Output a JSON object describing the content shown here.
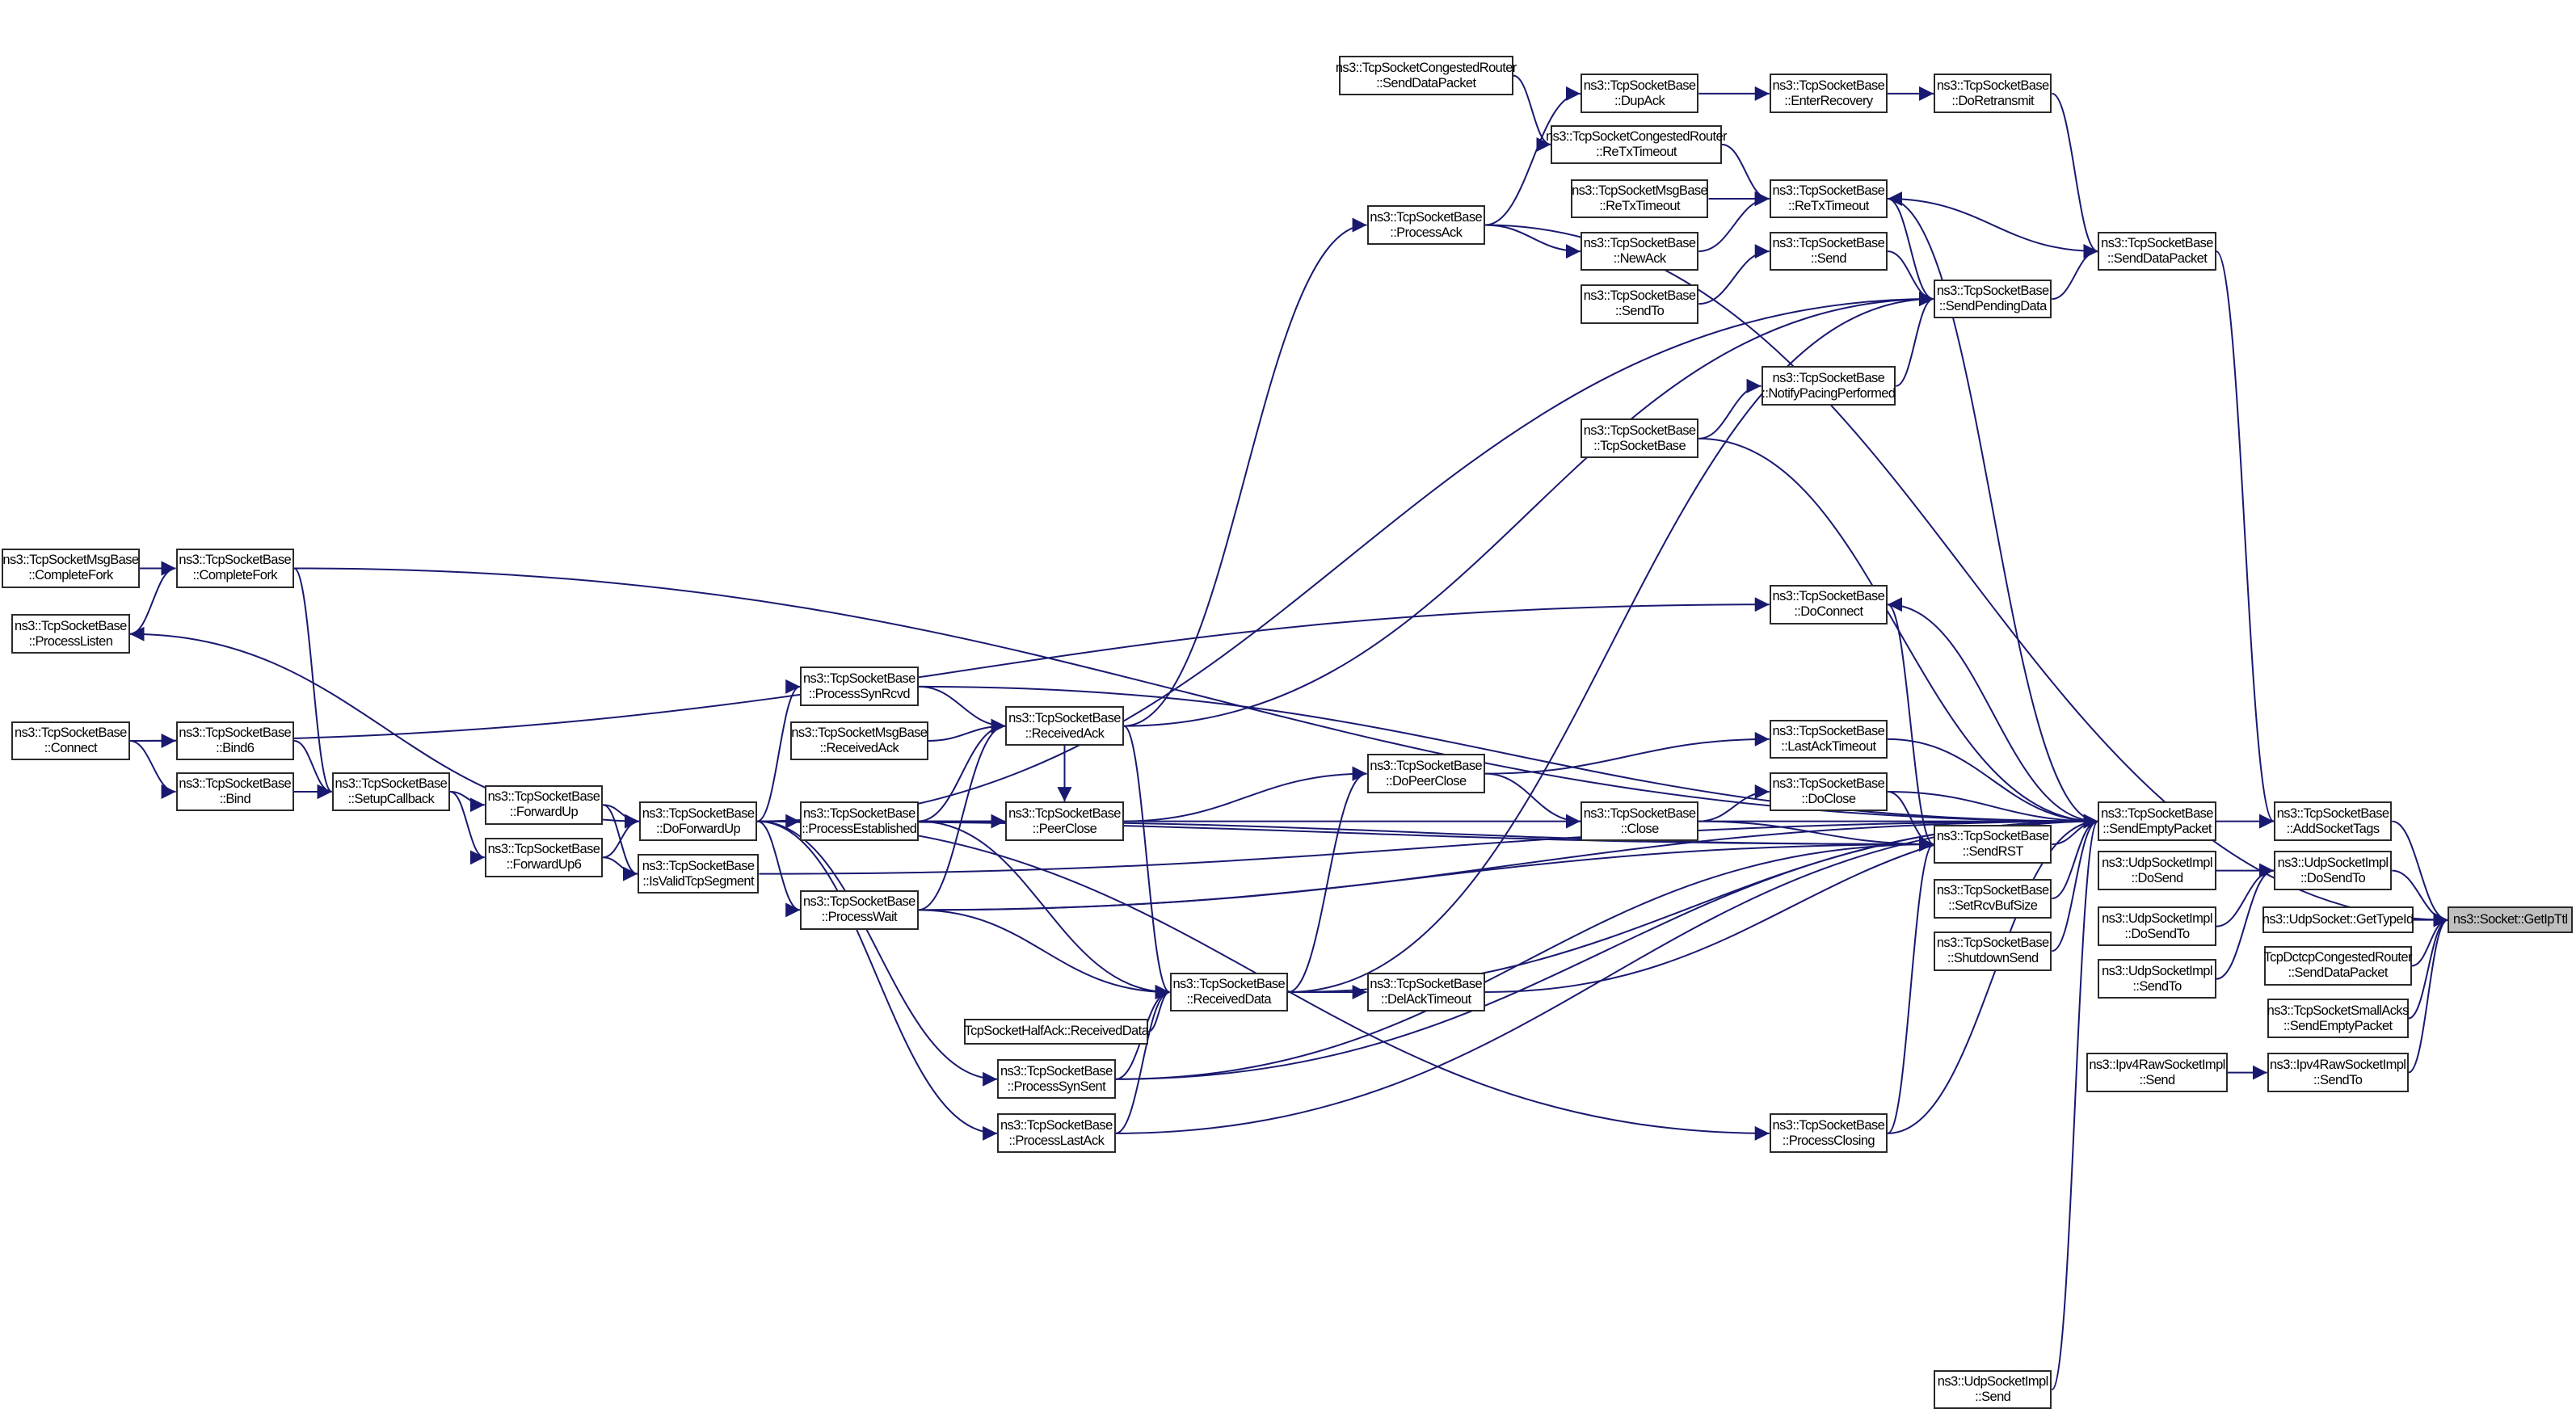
{
  "graph": {
    "type": "caller-graph",
    "edge_color": "#191970",
    "root_fill": "#bfbfbf",
    "nodes": {
      "getipttl": [
        "ns3::Socket::GetIpTtl"
      ],
      "addsockettags": [
        "ns3::TcpSocketBase",
        "::AddSocketTags"
      ],
      "udp_dosendto_a": [
        "ns3::UdpSocketImpl",
        "::DoSendTo"
      ],
      "udp_gettypeid": [
        "ns3::UdpSocket::GetTypeId"
      ],
      "dctcp_senddata": [
        "TcpDctcpCongestedRouter",
        "::SendDataPacket"
      ],
      "smallacks": [
        "ns3::TcpSocketSmallAcks",
        "::SendEmptyPacket"
      ],
      "ipv4raw_sendto": [
        "ns3::Ipv4RawSocketImpl",
        "::SendTo"
      ],
      "ipv4raw_send": [
        "ns3::Ipv4RawSocketImpl",
        "::Send"
      ],
      "sendemptypacket": [
        "ns3::TcpSocketBase",
        "::SendEmptyPacket"
      ],
      "udp_dosend": [
        "ns3::UdpSocketImpl",
        "::DoSend"
      ],
      "udp_dosendto_b": [
        "ns3::UdpSocketImpl",
        "::DoSendTo"
      ],
      "udp_sendto": [
        "ns3::UdpSocketImpl",
        "::SendTo"
      ],
      "senddatapacket": [
        "ns3::TcpSocketBase",
        "::SendDataPacket"
      ],
      "doretransmit": [
        "ns3::TcpSocketBase",
        "::DoRetransmit"
      ],
      "enterrecovery": [
        "ns3::TcpSocketBase",
        "::EnterRecovery"
      ],
      "dupack": [
        "ns3::TcpSocketBase",
        "::DupAck"
      ],
      "cong_senddata": [
        "ns3::TcpSocketCongestedRouter",
        "::SendDataPacket"
      ],
      "cong_retx": [
        "ns3::TcpSocketCongestedRouter",
        "::ReTxTimeout"
      ],
      "retxtimeout": [
        "ns3::TcpSocketBase",
        "::ReTxTimeout"
      ],
      "msg_retx": [
        "ns3::TcpSocketMsgBase",
        "::ReTxTimeout"
      ],
      "newack": [
        "ns3::TcpSocketBase",
        "::NewAck"
      ],
      "send": [
        "ns3::TcpSocketBase",
        "::Send"
      ],
      "sendto": [
        "ns3::TcpSocketBase",
        "::SendTo"
      ],
      "sendpendingdata": [
        "ns3::TcpSocketBase",
        "::SendPendingData"
      ],
      "notifypacing": [
        "ns3::TcpSocketBase",
        "::NotifyPacingPerformed"
      ],
      "ctor": [
        "ns3::TcpSocketBase",
        "::TcpSocketBase"
      ],
      "doconnect": [
        "ns3::TcpSocketBase",
        "::DoConnect"
      ],
      "lastacktimeout": [
        "ns3::TcpSocketBase",
        "::LastAckTimeout"
      ],
      "doclose": [
        "ns3::TcpSocketBase",
        "::DoClose"
      ],
      "close": [
        "ns3::TcpSocketBase",
        "::Close"
      ],
      "sendrst": [
        "ns3::TcpSocketBase",
        "::SendRST"
      ],
      "setrcvbufsize": [
        "ns3::TcpSocketBase",
        "::SetRcvBufSize"
      ],
      "shutdownsend": [
        "ns3::TcpSocketBase",
        "::ShutdownSend"
      ],
      "processclosing": [
        "ns3::TcpSocketBase",
        "::ProcessClosing"
      ],
      "udp_send": [
        "ns3::UdpSocketImpl",
        "::Send"
      ],
      "processack": [
        "ns3::TcpSocketBase",
        "::ProcessAck"
      ],
      "dopeerclose": [
        "ns3::TcpSocketBase",
        "::DoPeerClose"
      ],
      "delacktimeout": [
        "ns3::TcpSocketBase",
        "::DelAckTimeout"
      ],
      "receivedack": [
        "ns3::TcpSocketBase",
        "::ReceivedAck"
      ],
      "peerclose": [
        "ns3::TcpSocketBase",
        "::PeerClose"
      ],
      "receiveddata": [
        "ns3::TcpSocketBase",
        "::ReceivedData"
      ],
      "halfack": [
        "TcpSocketHalfAck::ReceivedData"
      ],
      "processsynsent": [
        "ns3::TcpSocketBase",
        "::ProcessSynSent"
      ],
      "processlastack": [
        "ns3::TcpSocketBase",
        "::ProcessLastAck"
      ],
      "processsynrcvd": [
        "ns3::TcpSocketBase",
        "::ProcessSynRcvd"
      ],
      "msg_receivedack": [
        "ns3::TcpSocketMsgBase",
        "::ReceivedAck"
      ],
      "processestablished": [
        "ns3::TcpSocketBase",
        "::ProcessEstablished"
      ],
      "processwait": [
        "ns3::TcpSocketBase",
        "::ProcessWait"
      ],
      "doforwardup": [
        "ns3::TcpSocketBase",
        "::DoForwardUp"
      ],
      "isvalid": [
        "ns3::TcpSocketBase",
        "::IsValidTcpSegment"
      ],
      "forwardup": [
        "ns3::TcpSocketBase",
        "::ForwardUp"
      ],
      "forwardup6": [
        "ns3::TcpSocketBase",
        "::ForwardUp6"
      ],
      "setupcallback": [
        "ns3::TcpSocketBase",
        "::SetupCallback"
      ],
      "bind6": [
        "ns3::TcpSocketBase",
        "::Bind6"
      ],
      "bind": [
        "ns3::TcpSocketBase",
        "::Bind"
      ],
      "connect": [
        "ns3::TcpSocketBase",
        "::Connect"
      ],
      "processlisten": [
        "ns3::TcpSocketBase",
        "::ProcessListen"
      ],
      "msg_completefork": [
        "ns3::TcpSocketMsgBase",
        "::CompleteFork"
      ],
      "completefork": [
        "ns3::TcpSocketBase",
        "::CompleteFork"
      ]
    },
    "edges": [
      [
        "msg_completefork",
        "completefork"
      ],
      [
        "processlisten",
        "completefork"
      ],
      [
        "completefork",
        "setupcallback"
      ],
      [
        "completefork",
        "sendemptypacket"
      ],
      [
        "connect",
        "bind6"
      ],
      [
        "connect",
        "bind"
      ],
      [
        "connect",
        "doconnect"
      ],
      [
        "bind6",
        "setupcallback"
      ],
      [
        "bind",
        "setupcallback"
      ],
      [
        "setupcallback",
        "forwardup"
      ],
      [
        "setupcallback",
        "forwardup6"
      ],
      [
        "forwardup",
        "doforwardup"
      ],
      [
        "forwardup",
        "isvalid"
      ],
      [
        "forwardup6",
        "doforwardup"
      ],
      [
        "forwardup6",
        "isvalid"
      ],
      [
        "doforwardup",
        "processlisten"
      ],
      [
        "doforwardup",
        "processsynrcvd"
      ],
      [
        "doforwardup",
        "processestablished"
      ],
      [
        "doforwardup",
        "processwait"
      ],
      [
        "doforwardup",
        "processsynsent"
      ],
      [
        "doforwardup",
        "processlastack"
      ],
      [
        "doforwardup",
        "processclosing"
      ],
      [
        "doforwardup",
        "sendpendingdata"
      ],
      [
        "doforwardup",
        "sendrst"
      ],
      [
        "isvalid",
        "sendemptypacket"
      ],
      [
        "processsynrcvd",
        "receivedack"
      ],
      [
        "processsynrcvd",
        "sendemptypacket"
      ],
      [
        "msg_receivedack",
        "receivedack"
      ],
      [
        "processestablished",
        "receivedack"
      ],
      [
        "processestablished",
        "peerclose"
      ],
      [
        "processestablished",
        "receiveddata"
      ],
      [
        "processestablished",
        "sendemptypacket"
      ],
      [
        "processestablished",
        "sendrst"
      ],
      [
        "processwait",
        "receivedack"
      ],
      [
        "processwait",
        "receiveddata"
      ],
      [
        "processwait",
        "sendrst"
      ],
      [
        "processwait",
        "sendemptypacket"
      ],
      [
        "receivedack",
        "processack"
      ],
      [
        "receivedack",
        "sendpendingdata"
      ],
      [
        "receivedack",
        "peerclose"
      ],
      [
        "receivedack",
        "receiveddata"
      ],
      [
        "peerclose",
        "dopeerclose"
      ],
      [
        "receiveddata",
        "delacktimeout"
      ],
      [
        "receiveddata",
        "dopeerclose"
      ],
      [
        "receiveddata",
        "sendemptypacket"
      ],
      [
        "receiveddata",
        "sendpendingdata"
      ],
      [
        "halfack",
        "receiveddata"
      ],
      [
        "processsynsent",
        "receiveddata"
      ],
      [
        "processsynsent",
        "sendemptypacket"
      ],
      [
        "processsynsent",
        "sendrst"
      ],
      [
        "processlastack",
        "receiveddata"
      ],
      [
        "processlastack",
        "sendemptypacket"
      ],
      [
        "processack",
        "dupack"
      ],
      [
        "processack",
        "newack"
      ],
      [
        "processack",
        "getipttl"
      ],
      [
        "cong_senddata",
        "cong_retx"
      ],
      [
        "dupack",
        "enterrecovery"
      ],
      [
        "enterrecovery",
        "doretransmit"
      ],
      [
        "doretransmit",
        "senddatapacket"
      ],
      [
        "cong_retx",
        "retxtimeout"
      ],
      [
        "msg_retx",
        "retxtimeout"
      ],
      [
        "newack",
        "retxtimeout"
      ],
      [
        "sendpendingdata",
        "senddatapacket"
      ],
      [
        "senddatapacket",
        "retxtimeout"
      ],
      [
        "retxtimeout",
        "sendpendingdata"
      ],
      [
        "retxtimeout",
        "sendemptypacket"
      ],
      [
        "send",
        "sendpendingdata"
      ],
      [
        "sendto",
        "send"
      ],
      [
        "notifypacing",
        "sendpendingdata"
      ],
      [
        "ctor",
        "notifypacing"
      ],
      [
        "ctor",
        "sendemptypacket"
      ],
      [
        "doconnect",
        "sendemptypacket"
      ],
      [
        "sendrst",
        "doconnect"
      ],
      [
        "dopeerclose",
        "lastacktimeout"
      ],
      [
        "dopeerclose",
        "close"
      ],
      [
        "lastacktimeout",
        "sendemptypacket"
      ],
      [
        "close",
        "doclose"
      ],
      [
        "close",
        "sendrst"
      ],
      [
        "doclose",
        "sendemptypacket"
      ],
      [
        "doclose",
        "sendrst"
      ],
      [
        "sendrst",
        "sendemptypacket"
      ],
      [
        "setrcvbufsize",
        "sendemptypacket"
      ],
      [
        "shutdownsend",
        "sendemptypacket"
      ],
      [
        "processclosing",
        "sendemptypacket"
      ],
      [
        "processclosing",
        "sendrst"
      ],
      [
        "udp_send",
        "sendemptypacket"
      ],
      [
        "delacktimeout",
        "sendemptypacket"
      ],
      [
        "sendemptypacket",
        "addsockettags"
      ],
      [
        "senddatapacket",
        "addsockettags"
      ],
      [
        "addsockettags",
        "getipttl"
      ],
      [
        "udp_dosendto_a",
        "getipttl"
      ],
      [
        "udp_gettypeid",
        "getipttl"
      ],
      [
        "dctcp_senddata",
        "getipttl"
      ],
      [
        "smallacks",
        "getipttl"
      ],
      [
        "ipv4raw_sendto",
        "getipttl"
      ],
      [
        "udp_dosend",
        "udp_dosendto_a"
      ],
      [
        "udp_dosendto_b",
        "udp_dosendto_a"
      ],
      [
        "udp_sendto",
        "udp_dosendto_a"
      ],
      [
        "ipv4raw_send",
        "ipv4raw_sendto"
      ]
    ]
  }
}
